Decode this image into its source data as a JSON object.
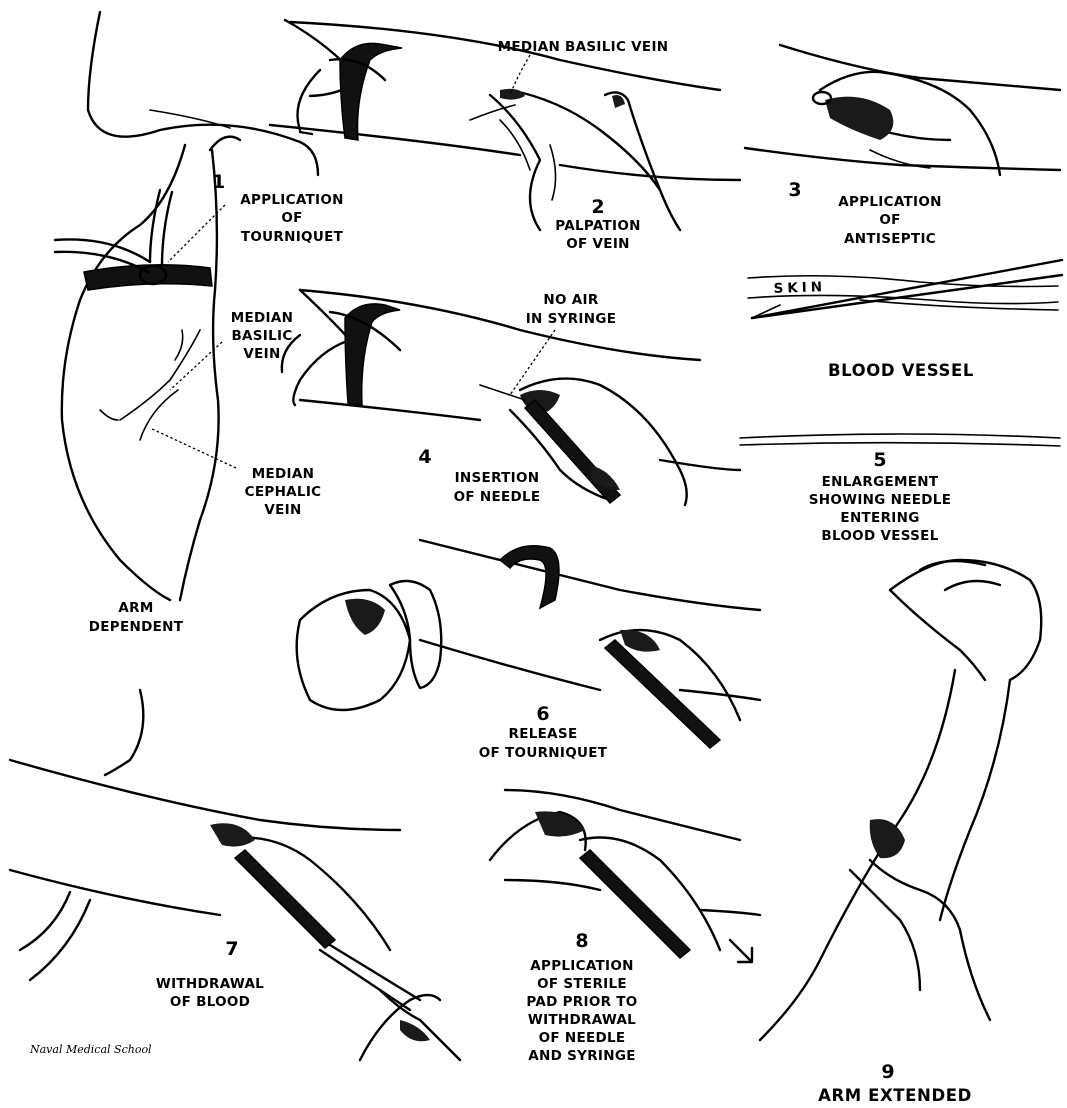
{
  "diagram": {
    "credit": "Naval Medical School",
    "steps": [
      {
        "number": "1",
        "lines": [
          "APPLICATION",
          "OF",
          "TOURNIQUET"
        ]
      },
      {
        "number": "2",
        "lines": [
          "PALPATION",
          "OF VEIN"
        ]
      },
      {
        "number": "3",
        "lines": [
          "APPLICATION",
          "OF",
          "ANTISEPTIC"
        ]
      },
      {
        "number": "4",
        "lines": [
          "INSERTION",
          "OF NEEDLE"
        ]
      },
      {
        "number": "5",
        "lines": [
          "ENLARGEMENT",
          "SHOWING NEEDLE",
          "ENTERING",
          "BLOOD VESSEL"
        ]
      },
      {
        "number": "6",
        "lines": [
          "RELEASE",
          "OF TOURNIQUET"
        ]
      },
      {
        "number": "7",
        "lines": [
          "WITHDRAWAL",
          "OF BLOOD"
        ]
      },
      {
        "number": "8",
        "lines": [
          "APPLICATION",
          "OF STERILE",
          "PAD PRIOR TO",
          "WITHDRAWAL",
          "OF NEEDLE",
          "AND SYRINGE"
        ]
      },
      {
        "number": "9",
        "lines": [
          "ARM EXTENDED"
        ]
      }
    ],
    "labels": {
      "median_basilic_top": "MEDIAN BASILIC VEIN",
      "median_basilic_side": [
        "MEDIAN",
        "BASILIC",
        "VEIN"
      ],
      "median_cephalic": [
        "MEDIAN",
        "CEPHALIC",
        "VEIN"
      ],
      "arm_dependent": [
        "ARM",
        "DEPENDENT"
      ],
      "no_air": [
        "NO AIR",
        "IN SYRINGE"
      ],
      "skin": "SKIN",
      "blood_vessel": "BLOOD VESSEL"
    }
  }
}
